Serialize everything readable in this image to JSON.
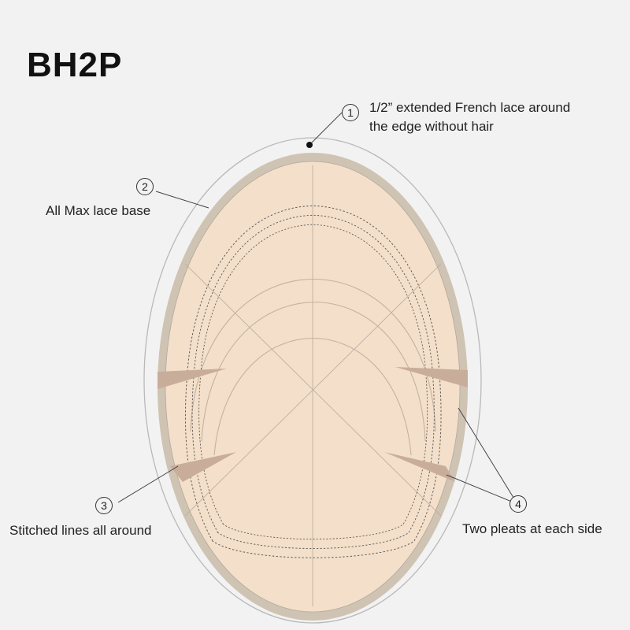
{
  "title": "BH2P",
  "callouts": [
    {
      "number": "1",
      "text_line1": "1/2” extended French lace around",
      "text_line2": "the edge without hair"
    },
    {
      "number": "2",
      "text": "All Max lace base"
    },
    {
      "number": "3",
      "text": "Stitched lines all around"
    },
    {
      "number": "4",
      "text": "Two pleats at each side"
    }
  ],
  "colors": {
    "background": "#f2f2f2",
    "lace_base": "#f3dfca",
    "border": "#cfc3b3",
    "pleat": "#c9ad9b",
    "outer_line": "#b9b9b9",
    "stitch": "#555555"
  }
}
